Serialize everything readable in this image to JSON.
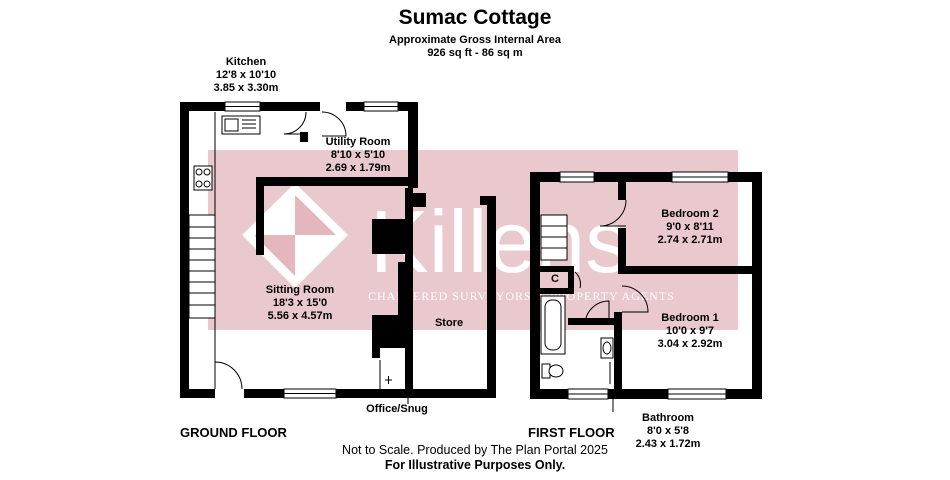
{
  "header": {
    "title": "Sumac Cottage",
    "area_label": "Approximate Gross Internal Area",
    "area_value": "926 sq ft - 86 sq m"
  },
  "watermark": {
    "brand": "Killens",
    "tagline": "CHARTERED SURVEYORS & PROPERTY AGENTS",
    "color": "#e9c9cd"
  },
  "rooms": {
    "kitchen": {
      "name": "Kitchen",
      "imperial": "12'8 x 10'10",
      "metric": "3.85 x 3.30m"
    },
    "utility": {
      "name": "Utility Room",
      "imperial": "8'10 x 5'10",
      "metric": "2.69 x 1.79m"
    },
    "sitting": {
      "name": "Sitting Room",
      "imperial": "18'3 x 15'0",
      "metric": "5.56 x 4.57m"
    },
    "store": {
      "name": "Store"
    },
    "office": {
      "name": "Office/Snug"
    },
    "bedroom2": {
      "name": "Bedroom 2",
      "imperial": "9'0 x 8'11",
      "metric": "2.74 x 2.71m"
    },
    "bedroom1": {
      "name": "Bedroom 1",
      "imperial": "10'0 x 9'7",
      "metric": "3.04 x 2.92m"
    },
    "cupboard": {
      "name": "C"
    },
    "bathroom": {
      "name": "Bathroom",
      "imperial": "8'0 x 5'8",
      "metric": "2.43 x 1.72m"
    }
  },
  "floors": {
    "ground": "GROUND FLOOR",
    "first": "FIRST FLOOR"
  },
  "footer": {
    "note": "Not to Scale. Produced by The Plan Portal 2025",
    "disclaimer": "For Illustrative Purposes Only."
  },
  "colors": {
    "wall": "#000000",
    "watermark_band": "#e9c9cd"
  }
}
